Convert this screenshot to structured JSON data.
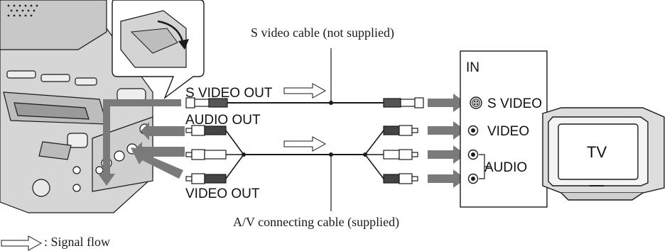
{
  "labels": {
    "s_video_cable": "S video cable (not supplied)",
    "av_cable": "A/V connecting cable (supplied)",
    "s_video_out": "S VIDEO OUT",
    "audio_out": "AUDIO OUT",
    "video_out": "VIDEO OUT",
    "in": "IN",
    "s_video_in": "S VIDEO",
    "video_in": "VIDEO",
    "audio_in": "AUDIO",
    "tv": "TV",
    "legend": ": Signal flow"
  },
  "colors": {
    "line": "#1a1a1a",
    "arrow_gray": "#7a7a7a",
    "camera_body": "#d9d9d9"
  }
}
